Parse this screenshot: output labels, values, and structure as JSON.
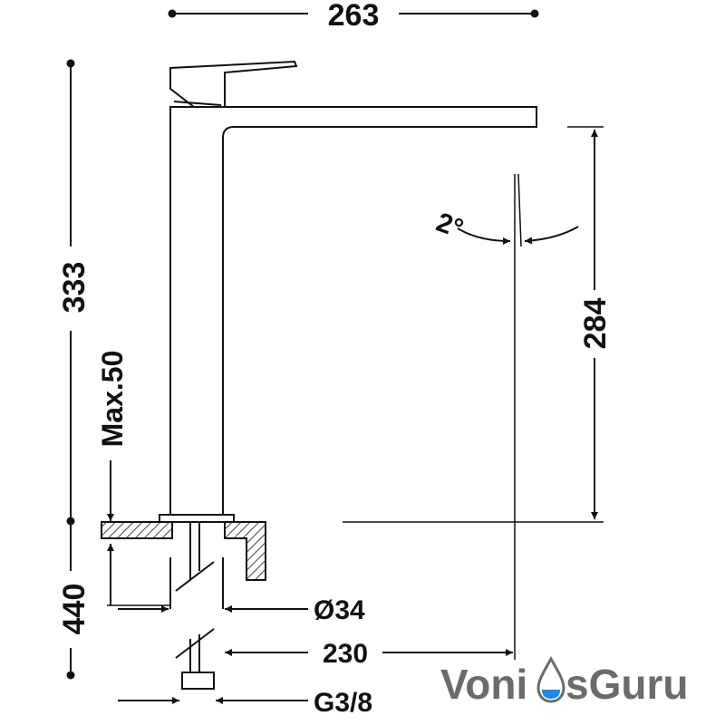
{
  "dimensions": {
    "top_width": "263",
    "left_height": "333",
    "right_height": "284",
    "angle": "2°",
    "max_label": "Max.50",
    "bottom_height": "440",
    "diameter": "Ø34",
    "projection": "230",
    "thread": "G3/8"
  },
  "logo": {
    "part1": "Voni",
    "part2": "sGuru",
    "drop_icon": "water-drop-icon",
    "colors": {
      "text": "#6b6b6b",
      "drop": "#1e88e5"
    }
  },
  "colors": {
    "line": "#111111",
    "background": "#ffffff"
  }
}
